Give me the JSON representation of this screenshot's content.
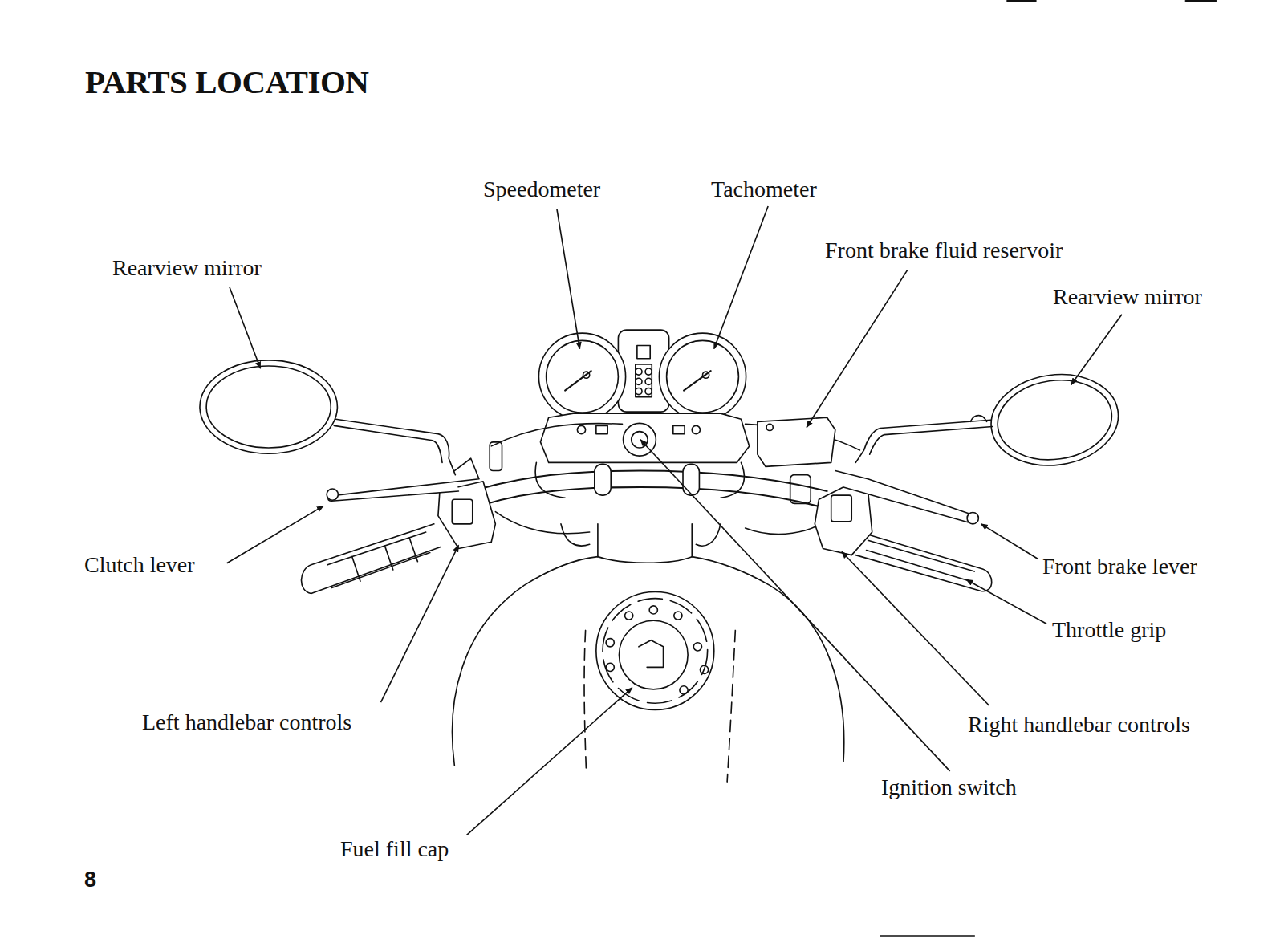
{
  "diagram": {
    "title": "PARTS LOCATION",
    "labels": [
      "Speedometer",
      "Tachometer",
      "Front brake fluid reservoir",
      "Rearview mirror",
      "Rearview mirror",
      "Clutch lever",
      "Front brake lever",
      "Throttle grip",
      "Left handlebar controls",
      "Right handlebar controls",
      "Ignition switch",
      "Fuel fill cap",
      "8"
    ]
  }
}
